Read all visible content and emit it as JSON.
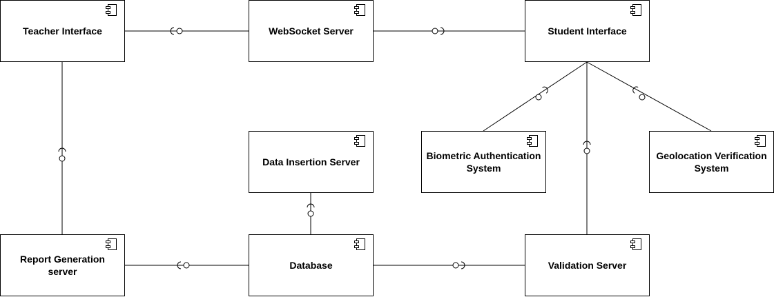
{
  "diagram": {
    "components": [
      {
        "id": "teacher",
        "lines": [
          "Teacher Interface"
        ]
      },
      {
        "id": "websocket",
        "lines": [
          "WebSocket Server"
        ]
      },
      {
        "id": "student",
        "lines": [
          "Student Interface"
        ]
      },
      {
        "id": "datainsert",
        "lines": [
          "Data Insertion Server"
        ]
      },
      {
        "id": "biometric",
        "lines": [
          "Biometric Authentication",
          "System"
        ]
      },
      {
        "id": "geolocation",
        "lines": [
          "Geolocation Verification",
          "System"
        ]
      },
      {
        "id": "report",
        "lines": [
          "Report Generation",
          "server"
        ]
      },
      {
        "id": "database",
        "lines": [
          "Database"
        ]
      },
      {
        "id": "validation",
        "lines": [
          "Validation Server"
        ]
      }
    ],
    "connections": [
      {
        "from": "teacher",
        "to": "websocket"
      },
      {
        "from": "websocket",
        "to": "student"
      },
      {
        "from": "teacher",
        "to": "report"
      },
      {
        "from": "report",
        "to": "database"
      },
      {
        "from": "datainsert",
        "to": "database"
      },
      {
        "from": "database",
        "to": "validation"
      },
      {
        "from": "student",
        "to": "biometric"
      },
      {
        "from": "student",
        "to": "validation"
      },
      {
        "from": "student",
        "to": "geolocation"
      }
    ],
    "colors": {
      "stroke": "#000000",
      "fill": "#ffffff"
    }
  }
}
